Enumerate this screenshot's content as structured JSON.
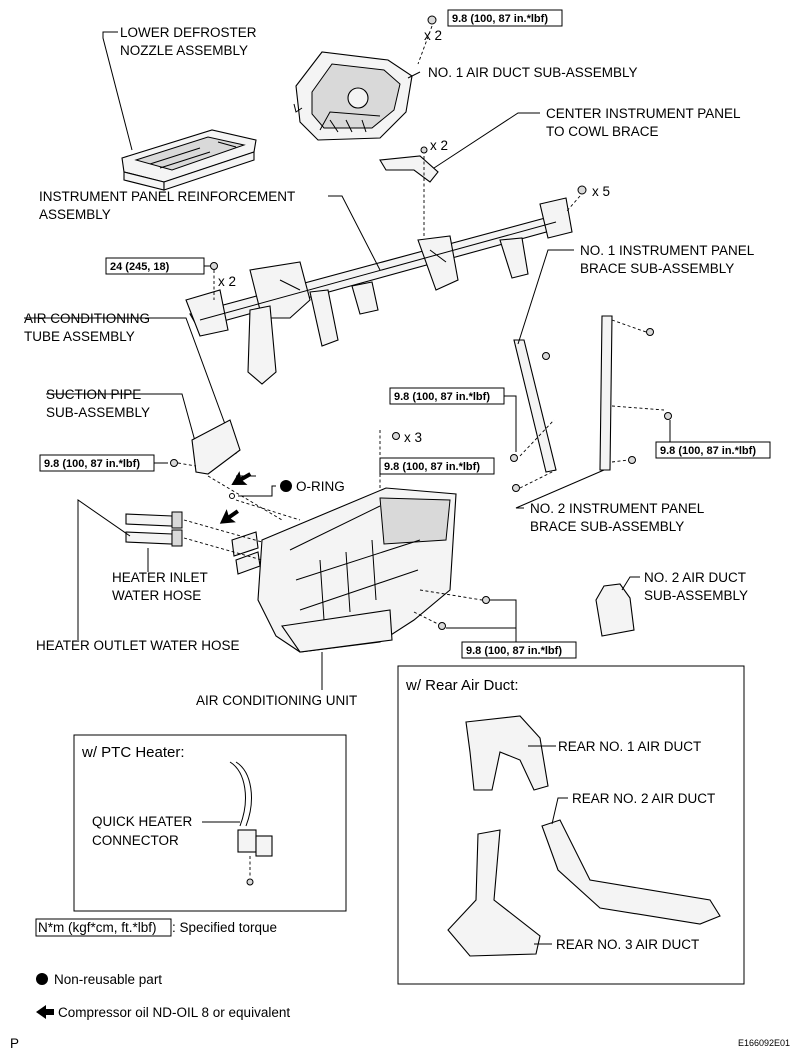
{
  "labels": {
    "lower_defroster": [
      "LOWER DEFROSTER",
      "NOZZLE ASSEMBLY"
    ],
    "no1_air_duct": "NO. 1 AIR DUCT SUB-ASSEMBLY",
    "center_brace": [
      "CENTER INSTRUMENT PANEL",
      "TO COWL BRACE"
    ],
    "reinforcement": [
      "INSTRUMENT PANEL REINFORCEMENT",
      "ASSEMBLY"
    ],
    "no1_brace": [
      "NO. 1 INSTRUMENT PANEL",
      "BRACE SUB-ASSEMBLY"
    ],
    "ac_tube": [
      "AIR CONDITIONING",
      "TUBE ASSEMBLY"
    ],
    "suction_pipe": [
      "SUCTION PIPE",
      "SUB-ASSEMBLY"
    ],
    "o_ring": "O-RING",
    "no2_brace": [
      "NO. 2 INSTRUMENT PANEL",
      "BRACE SUB-ASSEMBLY"
    ],
    "heater_inlet": [
      "HEATER INLET",
      "WATER HOSE"
    ],
    "no2_air_duct": [
      "NO. 2 AIR DUCT",
      "SUB-ASSEMBLY"
    ],
    "heater_outlet": "HEATER OUTLET WATER HOSE",
    "ac_unit": "AIR CONDITIONING UNIT"
  },
  "qty": {
    "top_nut": "x 2",
    "brace_bolt": "x 2",
    "right_bolts": "x 5",
    "left_bolt": "x 2",
    "unit_bolts": "x 3"
  },
  "torques": {
    "top": "9.8 (100, 87 in.*lbf)",
    "left_reinf": "24 (245, 18)",
    "no1_brace": "9.8 (100, 87 in.*lbf)",
    "unit_top": "9.8 (100, 87 in.*lbf)",
    "suction": "9.8 (100, 87 in.*lbf)",
    "no2_brace": "9.8 (100, 87 in.*lbf)",
    "unit_bottom": "9.8 (100, 87 in.*lbf)"
  },
  "ptc_box": {
    "title": "w/ PTC Heater:",
    "connector": [
      "QUICK HEATER",
      "CONNECTOR"
    ]
  },
  "rear_box": {
    "title": "w/ Rear Air Duct:",
    "duct1": "REAR NO. 1 AIR DUCT",
    "duct2": "REAR NO. 2 AIR DUCT",
    "duct3": "REAR NO. 3 AIR DUCT"
  },
  "legend": {
    "torque_unit": "N*m (kgf*cm, ft.*lbf)",
    "torque_desc": ": Specified torque",
    "non_reusable": "Non-reusable part",
    "oil": "Compressor oil ND-OIL 8 or equivalent"
  },
  "footer": {
    "left": "P",
    "code": "E166092E01"
  }
}
